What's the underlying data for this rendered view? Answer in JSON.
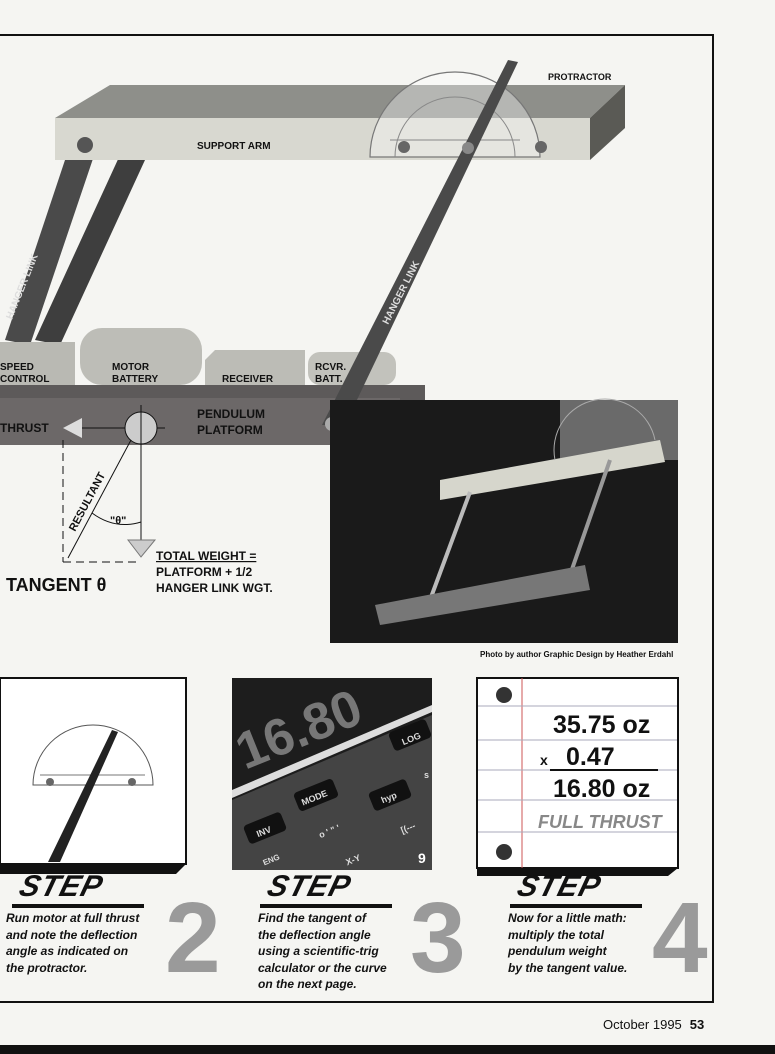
{
  "diagram": {
    "support_arm": "SUPPORT ARM",
    "protractor": "PROTRACTOR",
    "hanger_link": "HANGER LINK",
    "speed_control": [
      "SPEED",
      "CONTROL"
    ],
    "motor_battery": [
      "MOTOR",
      "BATTERY"
    ],
    "receiver": "RECEIVER",
    "rcvr_batt": [
      "RCVR.",
      "BATT."
    ],
    "pendulum_platform": [
      "PENDULUM",
      "PLATFORM"
    ],
    "thrust": "THRUST",
    "resultant": "RESULTANT",
    "theta": "\"θ\"",
    "total_weight": [
      "TOTAL WEIGHT =",
      "PLATFORM + 1/2",
      "HANGER LINK WGT."
    ],
    "tangent": "TANGENT θ"
  },
  "photo_caption": "Photo by author  Graphic Design by Heather Erdahl",
  "calculator": {
    "display": "16.80",
    "keys": [
      "LOG",
      "MODE",
      "INV",
      "hyp",
      "ENG",
      "o ' \" '",
      "X-Y",
      "[(---",
      "9",
      "s"
    ]
  },
  "notepad": {
    "line1": "35.75 oz",
    "operator": "x",
    "line2": "0.47",
    "line3": "16.80 oz",
    "label": "FULL THRUST"
  },
  "steps": [
    {
      "word": "STEP",
      "number": "2",
      "text": "Run motor at full thrust\nand note the deflection\nangle as indicated on\nthe protractor."
    },
    {
      "word": "STEP",
      "number": "3",
      "text": "Find the tangent of\nthe deflection angle\nusing a scientific-trig\ncalculator or the curve\non the next page."
    },
    {
      "word": "STEP",
      "number": "4",
      "text": "Now for a little math:\nmultiply the total\npendulum weight\nby the tangent value."
    }
  ],
  "footer": {
    "date": "October 1995",
    "page": "53"
  }
}
